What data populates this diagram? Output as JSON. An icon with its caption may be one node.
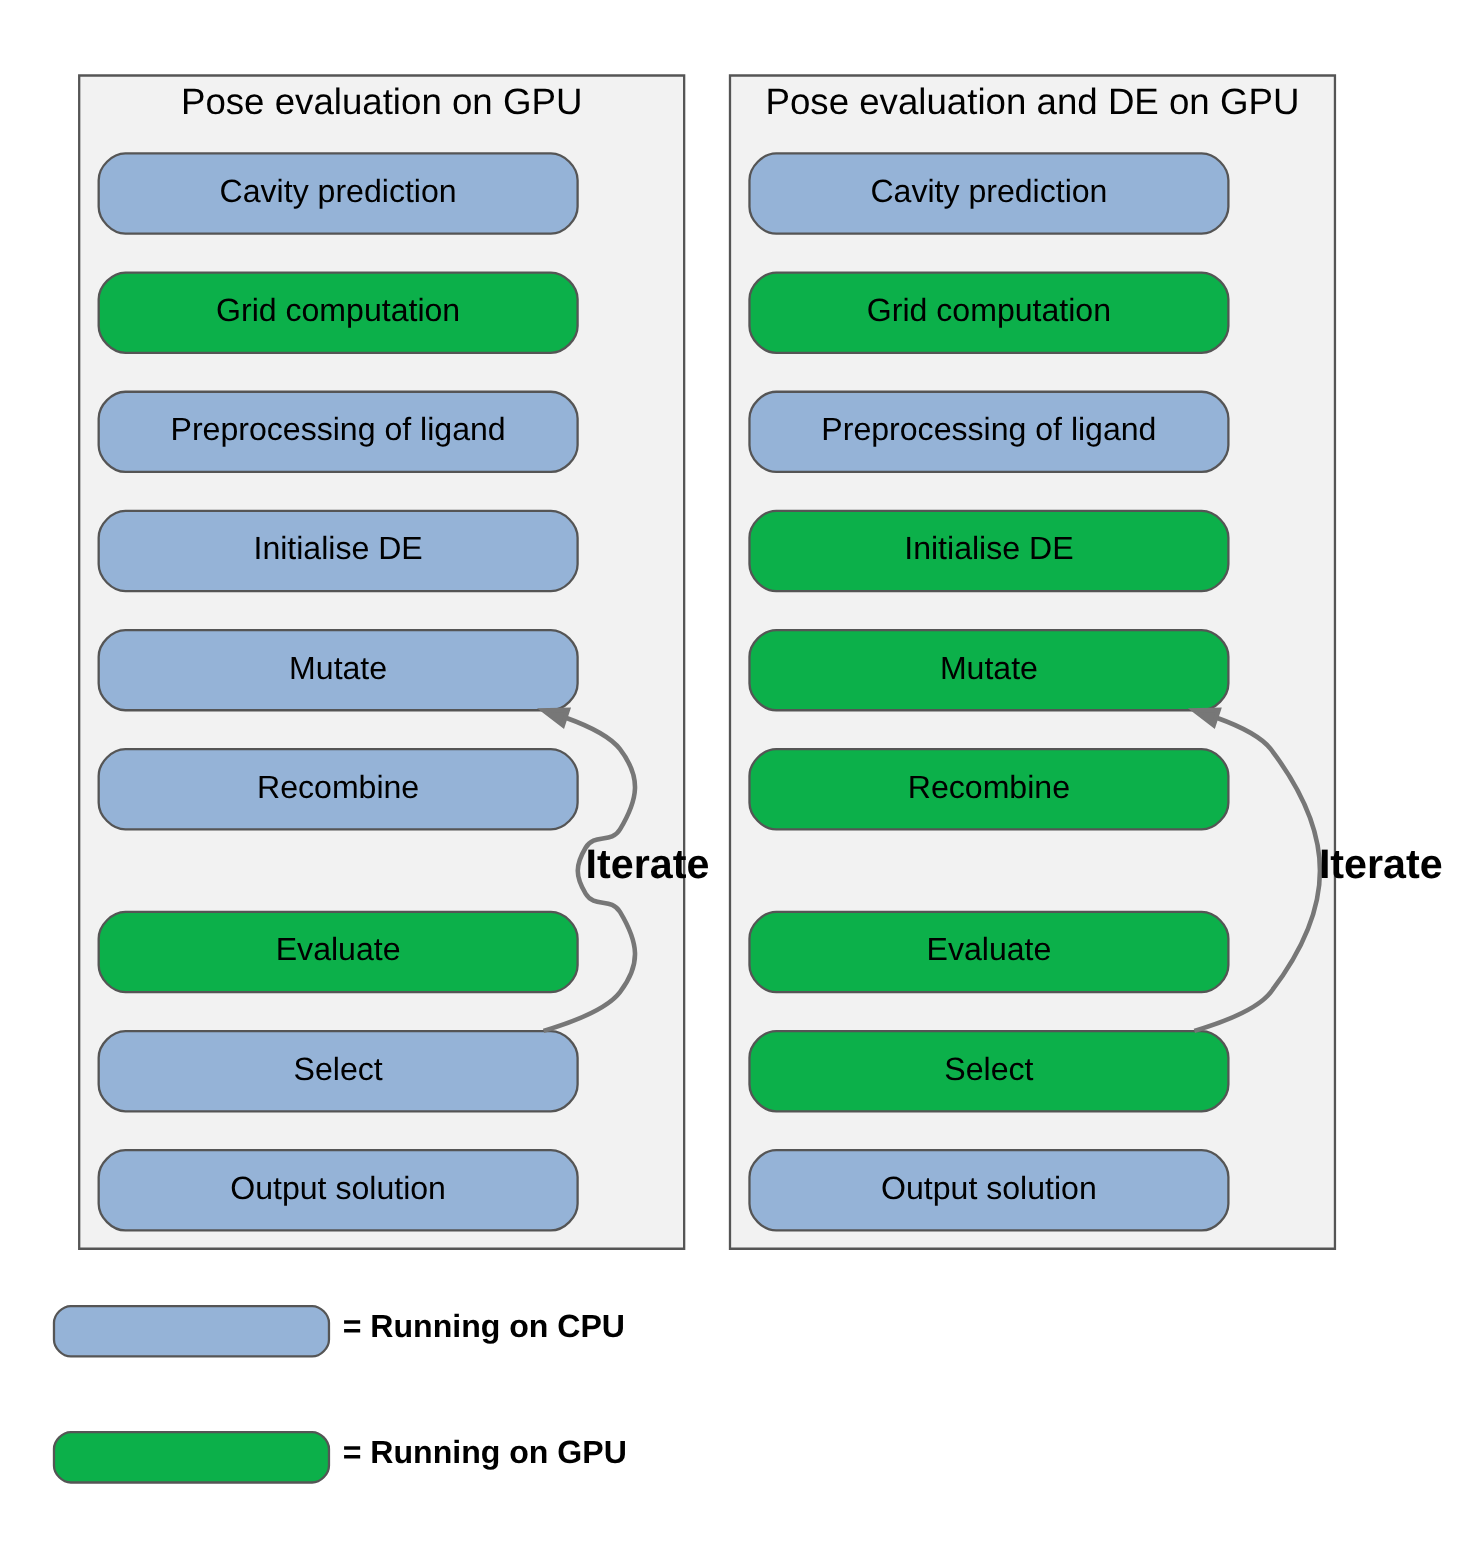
{
  "diagram": {
    "nodes": [
      {
        "text": [
          "Pose evaluation on GPU"
        ]
      },
      {
        "text": [
          "Cavity prediction"
        ],
        "in": 0
      },
      {
        "text": [
          "Grid computation"
        ],
        "in": 0
      },
      {
        "text": [
          "Preprocessing of ligand"
        ],
        "in": 0
      },
      {
        "text": [
          "Initialise DE"
        ],
        "in": 0
      },
      {
        "text": [
          "Mutate"
        ],
        "in": 0
      },
      {
        "text": [
          "Recombine"
        ],
        "in": 0
      },
      {
        "text": [
          "Evaluate"
        ],
        "in": 0
      },
      {
        "text": [
          "Select"
        ],
        "in": 0
      },
      {
        "text": [
          "Output solution"
        ],
        "in": 0
      },
      {
        "text": [
          "Pose evaluation and DE on GPU"
        ]
      },
      {
        "text": [
          "Cavity prediction"
        ],
        "in": 10
      },
      {
        "text": [
          "Grid computation"
        ],
        "in": 10
      },
      {
        "text": [
          "Preprocessing of ligand"
        ],
        "in": 10
      },
      {
        "text": [
          "Initialise DE"
        ],
        "in": 10
      },
      {
        "text": [
          "Mutate"
        ],
        "in": 10
      },
      {
        "text": [
          "Recombine"
        ],
        "in": 10
      },
      {
        "text": [
          "Evaluate"
        ],
        "in": 10
      },
      {
        "text": [
          "Select"
        ],
        "in": 10
      },
      {
        "text": [
          "Output solution"
        ],
        "in": 10
      }
    ],
    "edges": [
      {
        "from": 8,
        "to": 5,
        "arrow": "to",
        "label": "Iterate"
      },
      {
        "from": 18,
        "to": 15,
        "arrow": "to",
        "label": "Iterate"
      }
    ],
    "legend": [
      {
        "text": "= Running on CPU",
        "color": "#95b3d7"
      },
      {
        "text": "= Running on GPU",
        "color": "#0cb04a"
      }
    ]
  }
}
